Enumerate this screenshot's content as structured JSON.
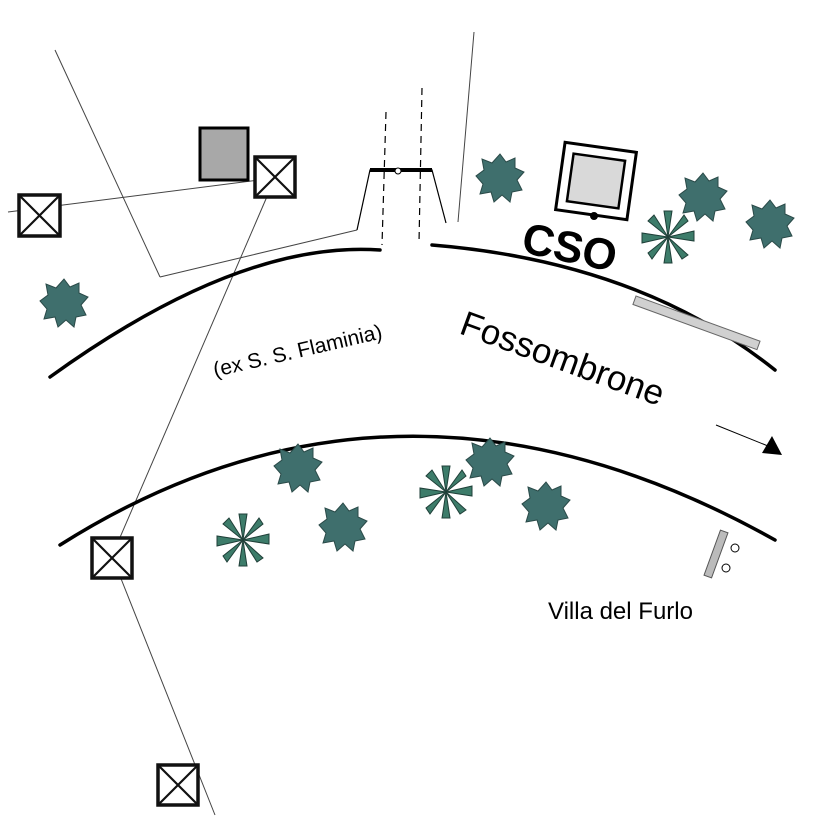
{
  "map": {
    "road_name": "Fossombrone",
    "road_former_name": "(ex S. S. Flaminia)",
    "station_label": "CSO",
    "locality_label": "Villa del Furlo",
    "direction": "toward Fossombrone",
    "colors": {
      "vegetation": "#3f6f6d",
      "palm": "#3d7c6a",
      "building_fill": "#a8a8a8",
      "station_fill": "#d9d9d9",
      "line": "#000000"
    },
    "icons": [
      "pylon-icon",
      "building-icon",
      "cso-station-icon",
      "tree-icon",
      "palm-icon",
      "direction-arrow-icon",
      "bus-stop-icon"
    ]
  }
}
